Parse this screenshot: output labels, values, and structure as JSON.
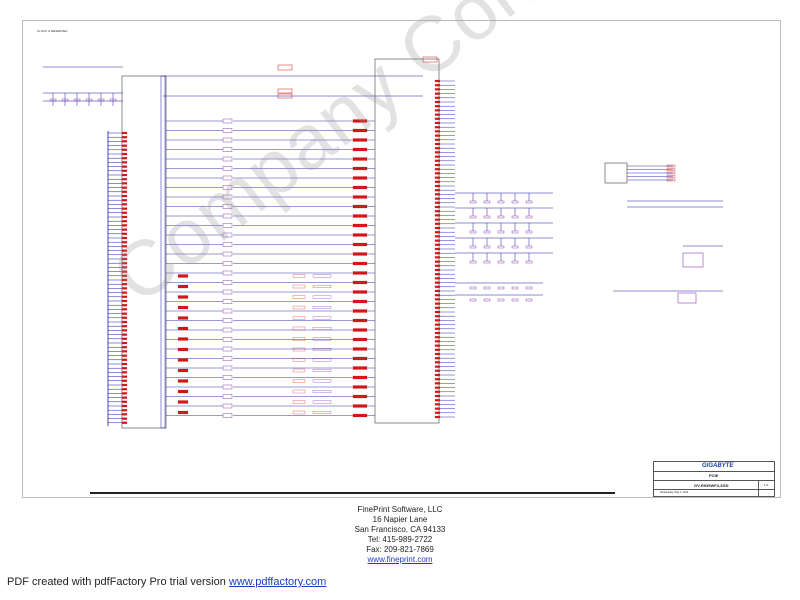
{
  "watermark": "Company Confidential",
  "sheet": {
    "header_label": "CLOCK & RESERVED",
    "title_block": {
      "brand": "GIGABYTE",
      "title": "PCIE",
      "doc_number": "GV-R939WF3-3GD",
      "revision": "1.0",
      "date": "Wednesday, May 1, 2013"
    }
  },
  "footer": {
    "company": "FinePrint Software, LLC",
    "address1": "16 Napier Lane",
    "address2": "San Francisco, CA 94133",
    "tel": "Tel: 415-989-2722",
    "fax": "Fax: 209-821-7869",
    "website": "www.fineprint.com"
  },
  "pdf_note": {
    "prefix": "PDF created with pdfFactory Pro trial version ",
    "link": "www.pdffactory.com"
  },
  "colors": {
    "wire": "#1a1aa8",
    "net_label": "#d01818",
    "component": "#7a1a9a",
    "sheet_border": "#bcbcbc",
    "brand": "#1a3ea8"
  }
}
